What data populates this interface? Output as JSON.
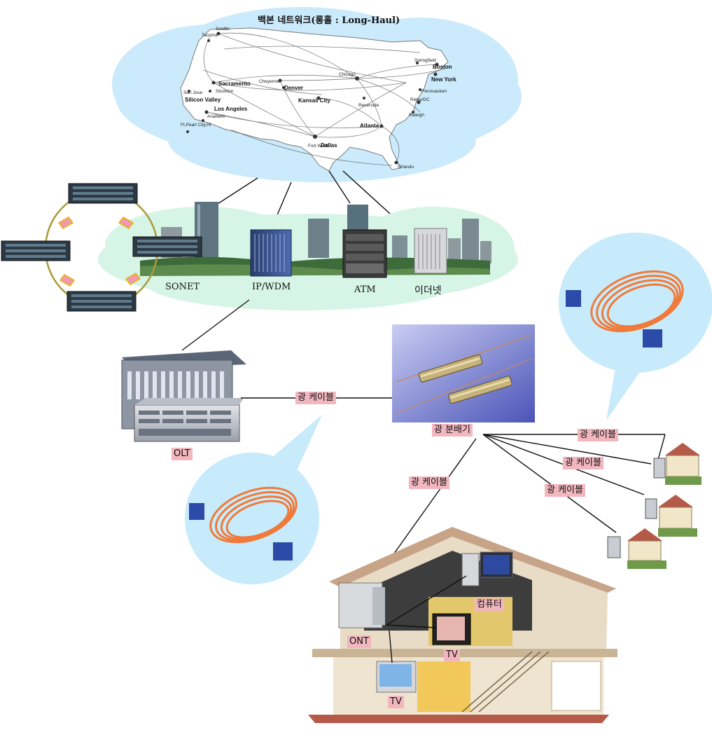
{
  "backbone": {
    "title": "백본 네트워크(롱홀 : Long-Haul)",
    "cities": [
      "Seattle",
      "Tacoma",
      "Sacramento",
      "Stockton",
      "San Jose",
      "Silicon Valley",
      "Los Angeles",
      "Anaheim",
      "Ft.Pearl City,HI",
      "Cheyenne",
      "Denver",
      "Kansas City",
      "Chicago",
      "Reverside",
      "Atlanta",
      "Dallas",
      "Fort Worth",
      "Springfield",
      "Boston",
      "New York",
      "Pennsauken",
      "Relay/DC",
      "Raleigh",
      "Orlando"
    ]
  },
  "metro": {
    "labels": [
      "SONET",
      "IP/WDM",
      "ATM",
      "이더넷"
    ]
  },
  "access": {
    "olt_label": "OLT",
    "splitter_label": "광 분배기",
    "cable_labels": [
      "광 케이블",
      "광 케이블",
      "광 케이블",
      "광 케이블",
      "광 케이블"
    ]
  },
  "home": {
    "labels": [
      "컴퓨터",
      "ONT",
      "TV",
      "TV"
    ]
  }
}
